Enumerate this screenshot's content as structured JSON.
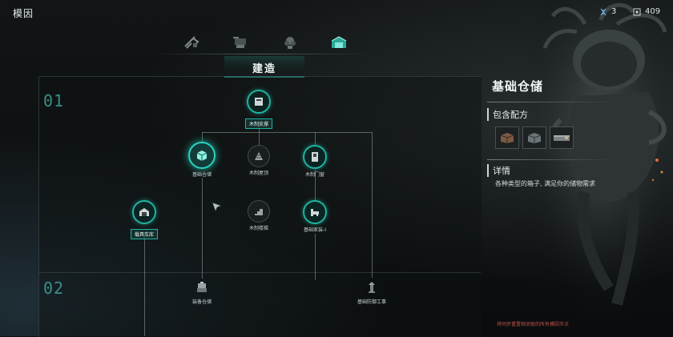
{
  "header": {
    "title": "模因",
    "resource_a_value": "3",
    "resource_b_value": "409"
  },
  "categories": [
    {
      "icon": "weapons-icon"
    },
    {
      "icon": "tools-icon"
    },
    {
      "icon": "plants-icon"
    },
    {
      "icon": "building-icon",
      "active": true
    }
  ],
  "section": {
    "label": "建造"
  },
  "tiers": {
    "first": "01",
    "second": "02"
  },
  "nodes": {
    "wood_support": "木制支撑",
    "basic_storage": "基础仓储",
    "wood_roof": "木制屋顶",
    "wood_door": "木制门窗",
    "vehicle_garage": "载具车库",
    "wood_stairs": "木制楼梯",
    "basic_furniture": "基础家装-Ⅰ",
    "equipment_storage": "装备仓储",
    "basic_defense": "基础防御工事"
  },
  "sidebar": {
    "title": "基础仓储",
    "recipes_heading": "包含配方",
    "details_heading": "详情",
    "description": "各种类型的箱子, 满足你的储物需求"
  },
  "footer": {
    "note": "将同步重置相关联的所有模因节点"
  },
  "colors": {
    "accent": "#1fb3a1",
    "tier_number": "#3a8f86",
    "warning": "#c0504b"
  }
}
